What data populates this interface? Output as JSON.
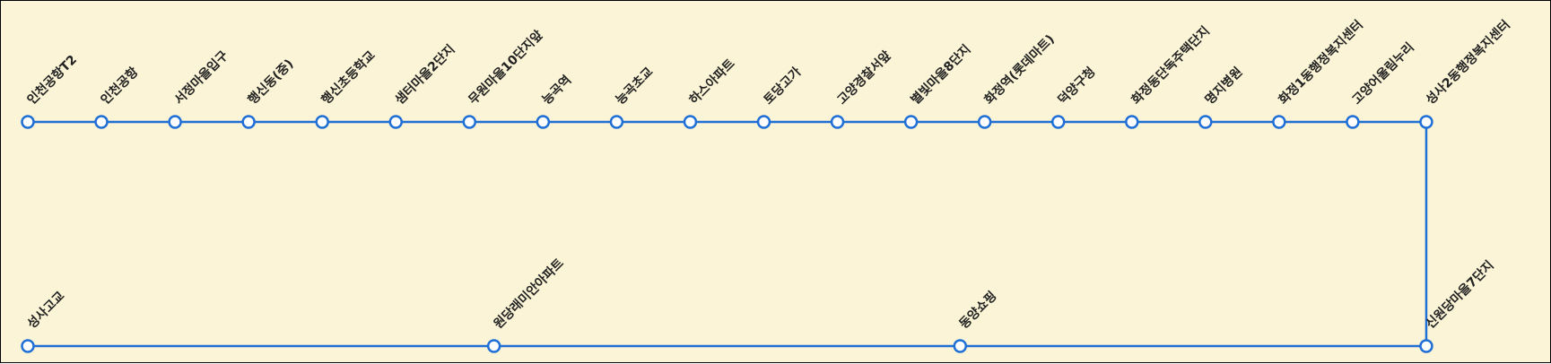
{
  "route": {
    "line_color": "#1f6fd6",
    "node_fill": "#ffffff",
    "background_color": "#fbf4d6",
    "top_row_stops": [
      "인천공항T2",
      "인천공항",
      "서정마을입구",
      "행신동(중)",
      "행신초등학교",
      "샘터마을2단지",
      "무원마을10단지앞",
      "능곡역",
      "능곡초교",
      "하스아파트",
      "토당고가",
      "고양경찰서앞",
      "별빛마을8단지",
      "화정역(롯데마트)",
      "덕양구청",
      "화정동단독주택단지",
      "명지병원",
      "화정1동행정복지센터",
      "고양어울림누리",
      "성사2동행정복지센터"
    ],
    "bottom_row_stops_left_to_right": [
      "성사고교",
      "원당래미안아파트",
      "동양쇼핑",
      "신원당마을7단지"
    ]
  }
}
